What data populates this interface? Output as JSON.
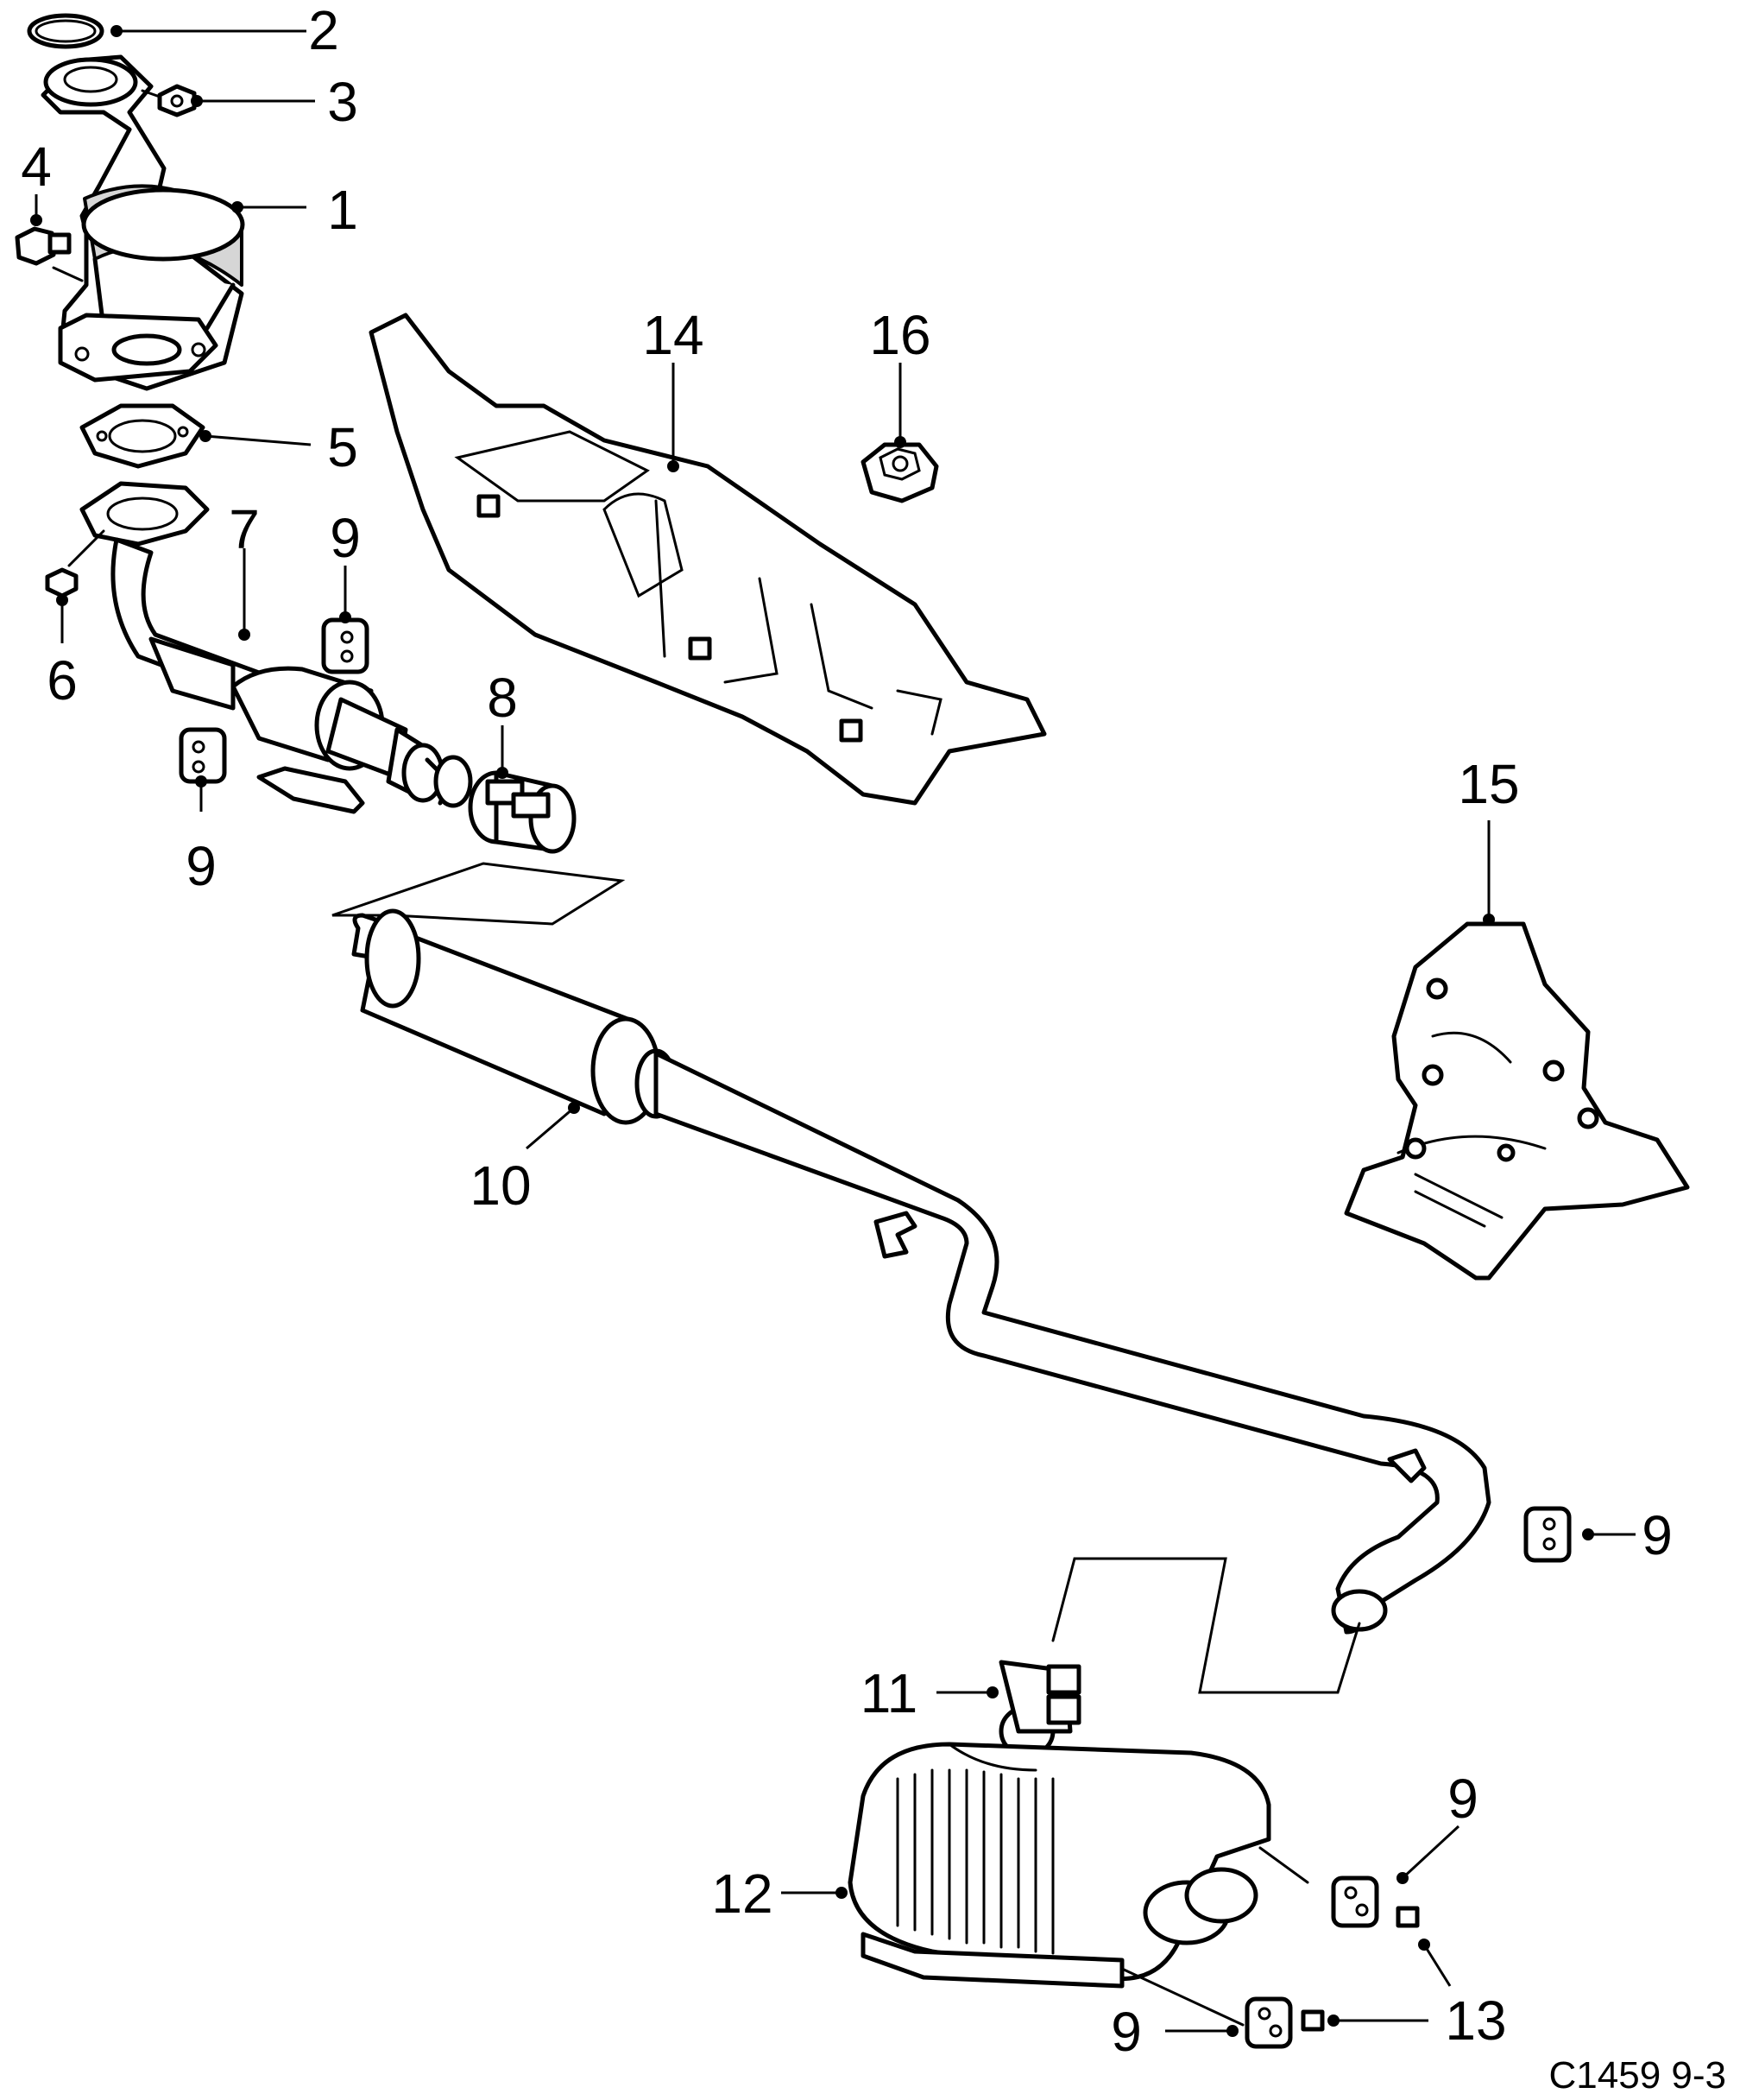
{
  "diagram": {
    "reference_code": "C1459 9-3",
    "callouts": {
      "c1": "1",
      "c2": "2",
      "c3": "3",
      "c4": "4",
      "c5": "5",
      "c6": "6",
      "c7": "7",
      "c8": "8",
      "c9a": "9",
      "c9b": "9",
      "c9c": "9",
      "c9d": "9",
      "c9e": "9",
      "c10": "10",
      "c11": "11",
      "c12": "12",
      "c13": "13",
      "c14": "14",
      "c15": "15",
      "c16": "16"
    }
  }
}
